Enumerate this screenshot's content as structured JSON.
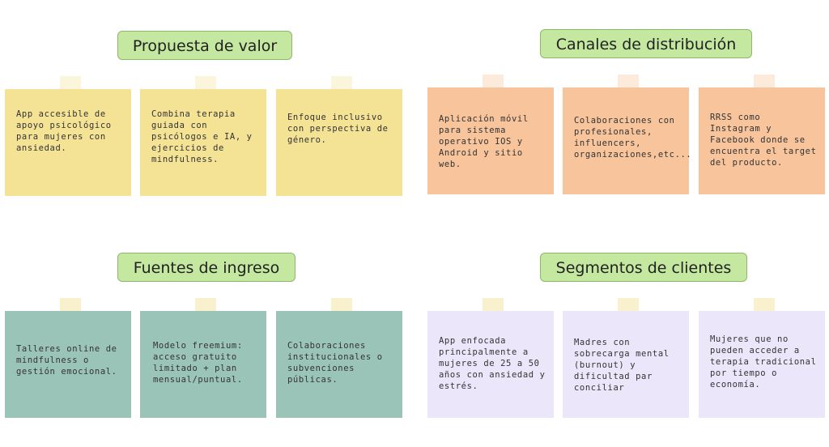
{
  "sections": [
    {
      "title": "Propuesta de valor",
      "notes": [
        "App accesible de\napoyo psicológico\npara mujeres con\nansiedad.",
        "Combina terapia\nguiada con\npsicólogos e IA, y\nejercicios de\nmindfulness.",
        "Enfoque inclusivo\ncon perspectiva de\ngénero."
      ]
    },
    {
      "title": "Canales de distribución",
      "notes": [
        "Aplicación móvil\npara sistema\noperativo IOS y\nAndroid y sitio web.",
        "Colaboraciones con\nprofesionales,\ninfluencers,\norganizaciones,etc...",
        "RRSS como\nInstagram y\nFacebook donde se\nencuentra el target\ndel producto."
      ]
    },
    {
      "title": "Fuentes de ingreso",
      "notes": [
        "Talleres online de\nmindfulness o\ngestión emocional.",
        "Modelo freemium:\nacceso gratuito\nlimitado + plan\nmensual/puntual.",
        "Colaboraciones\ninstitucionales o\nsubvenciones\npúblicas."
      ]
    },
    {
      "title": "Segmentos de clientes",
      "notes": [
        "App enfocada\nprincipalmente a\nmujeres de 25 a 50\naños con ansiedad y\nestrés.",
        "Madres con\nsobrecarga mental\n(burnout) y\ndificultad par\nconciliar",
        "Mujeres que no\npueden acceder a\nterapia tradicional\npor tiempo o\neconomía."
      ]
    }
  ],
  "colors": {
    "title_bg": "#c5e8a0",
    "yellow": "#f4e394",
    "orange": "#f8c49b",
    "teal": "#9bc4b9",
    "lavender": "#ece6fb"
  }
}
